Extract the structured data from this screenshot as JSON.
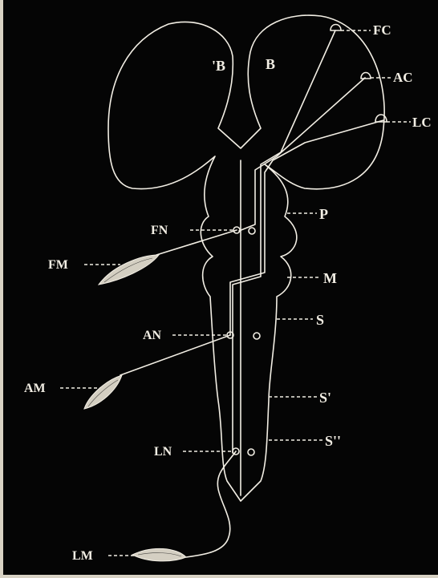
{
  "colors": {
    "paper": "#d8d2c4",
    "ink": "#050505",
    "line": "#f2eee4"
  },
  "labels": {
    "brain_left": "'B",
    "brain_right": "B",
    "fc": "FC",
    "ac": "AC",
    "lc": "LC",
    "p": "P",
    "m": "M",
    "s": "S",
    "s1": "S'",
    "s2": "S''",
    "fn": "FN",
    "an": "AN",
    "ln": "LN",
    "fm": "FM",
    "am": "AM",
    "lm": "LM"
  }
}
